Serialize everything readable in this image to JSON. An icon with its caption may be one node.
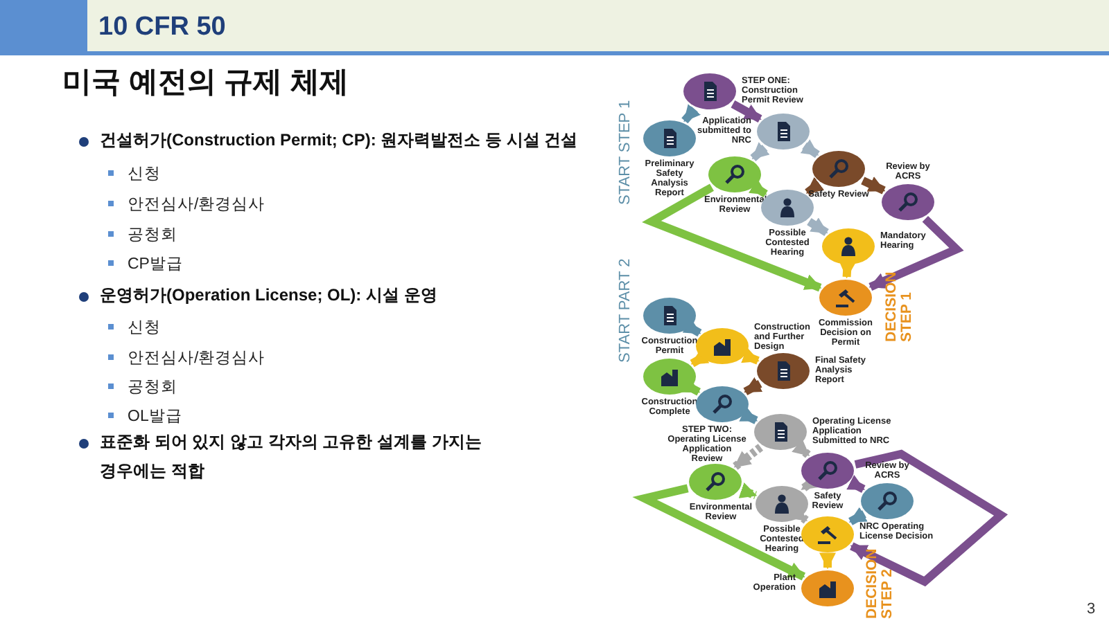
{
  "diagram": {
    "title": "10 CFR 50",
    "nodes": [
      {
        "text": [
          "STEP ONE: Construction Permit Review"
        ]
      },
      {
        "text": [
          "Preliminary Safety Analysis Report"
        ]
      },
      {
        "text": [
          "Application submitted to NRC"
        ]
      },
      {
        "text": [
          "Environmental Review"
        ]
      },
      {
        "text": [
          "Safety Review"
        ]
      },
      {
        "text": [
          "Review by ACRS"
        ]
      },
      {
        "text": [
          "Possible Contested Hearing"
        ]
      },
      {
        "text": [
          "Mandatory Hearing"
        ]
      },
      {
        "text": [
          "Commission Decision on Permit"
        ]
      },
      {
        "text": [
          "Construction Permit"
        ]
      },
      {
        "text": [
          "Construction and Further Design"
        ]
      },
      {
        "text": [
          "Construction Complete"
        ]
      },
      {
        "text": [
          "Final Safety Analysis Report"
        ]
      },
      {
        "text": [
          "STEP TWO: Operating License Application Review"
        ]
      },
      {
        "text": [
          "Operating License Application Submitted to NRC"
        ]
      },
      {
        "text": [
          "Environmental Review"
        ]
      },
      {
        "text": [
          "Safety Review"
        ]
      },
      {
        "text": [
          "Review by ACRS"
        ]
      },
      {
        "text": [
          "Possible Contested Hearing"
        ]
      },
      {
        "text": [
          "NRC Operating License Decision"
        ]
      },
      {
        "text": [
          "Plant Operation"
        ]
      }
    ],
    "edges": [
      {
        "from": 0,
        "to": 1,
        "arrow": "to",
        "color": "#5d8fa8"
      },
      {
        "from": 0,
        "to": 2,
        "arrow": "to",
        "color": "#7b4f8e"
      },
      {
        "from": 2,
        "to": 3,
        "arrow": "to",
        "color": "#9fb1c0"
      },
      {
        "from": 2,
        "to": 4,
        "arrow": "to",
        "color": "#9fb1c0"
      },
      {
        "from": 3,
        "to": 6,
        "arrow": "to",
        "color": "#7ec242"
      },
      {
        "from": 3,
        "to": 8,
        "arrow": "to",
        "color": "#7ec242"
      },
      {
        "from": 4,
        "to": 6,
        "arrow": "to",
        "color": "#7a4a2a"
      },
      {
        "from": 4,
        "to": 5,
        "arrow": "to",
        "color": "#7a4a2a"
      },
      {
        "from": 6,
        "to": 7,
        "arrow": "to",
        "color": "#9fb1c0"
      },
      {
        "from": 7,
        "to": 8,
        "arrow": "to",
        "color": "#f2be1a"
      },
      {
        "from": 5,
        "to": 8,
        "arrow": "to",
        "color": "#7b4f8e"
      },
      {
        "from": 9,
        "to": 10,
        "arrow": "to",
        "color": "#5d8fa8"
      },
      {
        "from": 10,
        "to": 11,
        "arrow": "to",
        "color": "#f2be1a"
      },
      {
        "from": 10,
        "to": 12,
        "arrow": "to",
        "color": "#f2be1a"
      },
      {
        "from": 11,
        "to": 13,
        "arrow": "to",
        "color": "#7ec242"
      },
      {
        "from": 12,
        "to": 13,
        "arrow": "to",
        "color": "#7a4a2a"
      },
      {
        "from": 13,
        "to": 14,
        "arrow": "to",
        "color": "#5d8fa8"
      },
      {
        "from": 14,
        "to": 15,
        "arrow": "to",
        "color": "#a8a8a8",
        "style": "dashed"
      },
      {
        "from": 14,
        "to": 16,
        "arrow": "to",
        "color": "#a8a8a8",
        "style": "dashed"
      },
      {
        "from": 15,
        "to": 18,
        "arrow": "to",
        "color": "#7ec242",
        "style": "dashed"
      },
      {
        "from": 15,
        "to": 20,
        "arrow": "to",
        "color": "#7ec242"
      },
      {
        "from": 16,
        "to": 18,
        "arrow": "to",
        "color": "#a8a8a8",
        "style": "dashed"
      },
      {
        "from": 16,
        "to": 17,
        "arrow": "to",
        "color": "#7b4f8e"
      },
      {
        "from": 16,
        "to": 19,
        "arrow": "to",
        "color": "#7b4f8e"
      },
      {
        "from": 17,
        "to": 19,
        "arrow": "to",
        "color": "#5d8fa8"
      },
      {
        "from": 18,
        "to": 19,
        "arrow": "to",
        "color": "#a8a8a8"
      },
      {
        "from": 19,
        "to": 20,
        "arrow": "to",
        "color": "#f2be1a"
      }
    ],
    "labels": [
      "미국 예전의 규제 체제",
      "건설허가(Construction Permit; CP): 원자력발전소 등 시설 건설",
      "신청",
      "안전심사/환경심사",
      "공청회",
      "CP발급",
      "운영허가(Operation License; OL): 시설 운영",
      "신청",
      "안전심사/환경심사",
      "공청회",
      "OL발급",
      "표준화 되어 있지 않고 각자의 고유한 설계를 가지는 경우에는 적합",
      "START STEP 1",
      "DECISION STEP 1",
      "START PART 2",
      "DECISION STEP 2",
      "3"
    ]
  }
}
